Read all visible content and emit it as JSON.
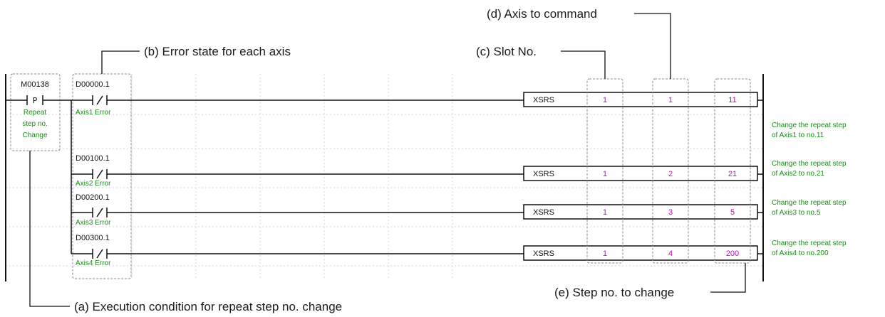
{
  "annotations": {
    "a": "(a) Execution condition for repeat step no. change",
    "b": "(b) Error state for each axis",
    "c": "(c) Slot No.",
    "d": "(d) Axis to command",
    "e": "(e) Step no. to change"
  },
  "exec_contact": {
    "address": "M00138",
    "symbol": "P",
    "label_lines": [
      "Repeat",
      "step no.",
      "Change"
    ]
  },
  "rungs": [
    {
      "contact_address": "D00000.1",
      "contact_label": "Axis1 Error",
      "instruction": "XSRS",
      "slot": "1",
      "axis": "1",
      "step": "11",
      "comment_lines": [
        "Change the repeat step",
        "of Axis1 to no.11"
      ]
    },
    {
      "contact_address": "D00100.1",
      "contact_label": "Axis2 Error",
      "instruction": "XSRS",
      "slot": "1",
      "axis": "2",
      "step": "21",
      "comment_lines": [
        "Change the repeat step",
        "of Axis2 to no.21"
      ]
    },
    {
      "contact_address": "D00200.1",
      "contact_label": "Axis3 Error",
      "instruction": "XSRS",
      "slot": "1",
      "axis": "3",
      "step": "5",
      "comment_lines": [
        "Change the repeat step",
        "of Axis3 to no.5"
      ]
    },
    {
      "contact_address": "D00300.1",
      "contact_label": "Axis4 Error",
      "instruction": "XSRS",
      "slot": "1",
      "axis": "4",
      "step": "200",
      "comment_lines": [
        "Change the repeat step",
        "of Axis4 to no.200"
      ]
    }
  ],
  "colors": {
    "operand": "#cc00cc",
    "label": "#1a8a1a",
    "wire": "#111111"
  }
}
